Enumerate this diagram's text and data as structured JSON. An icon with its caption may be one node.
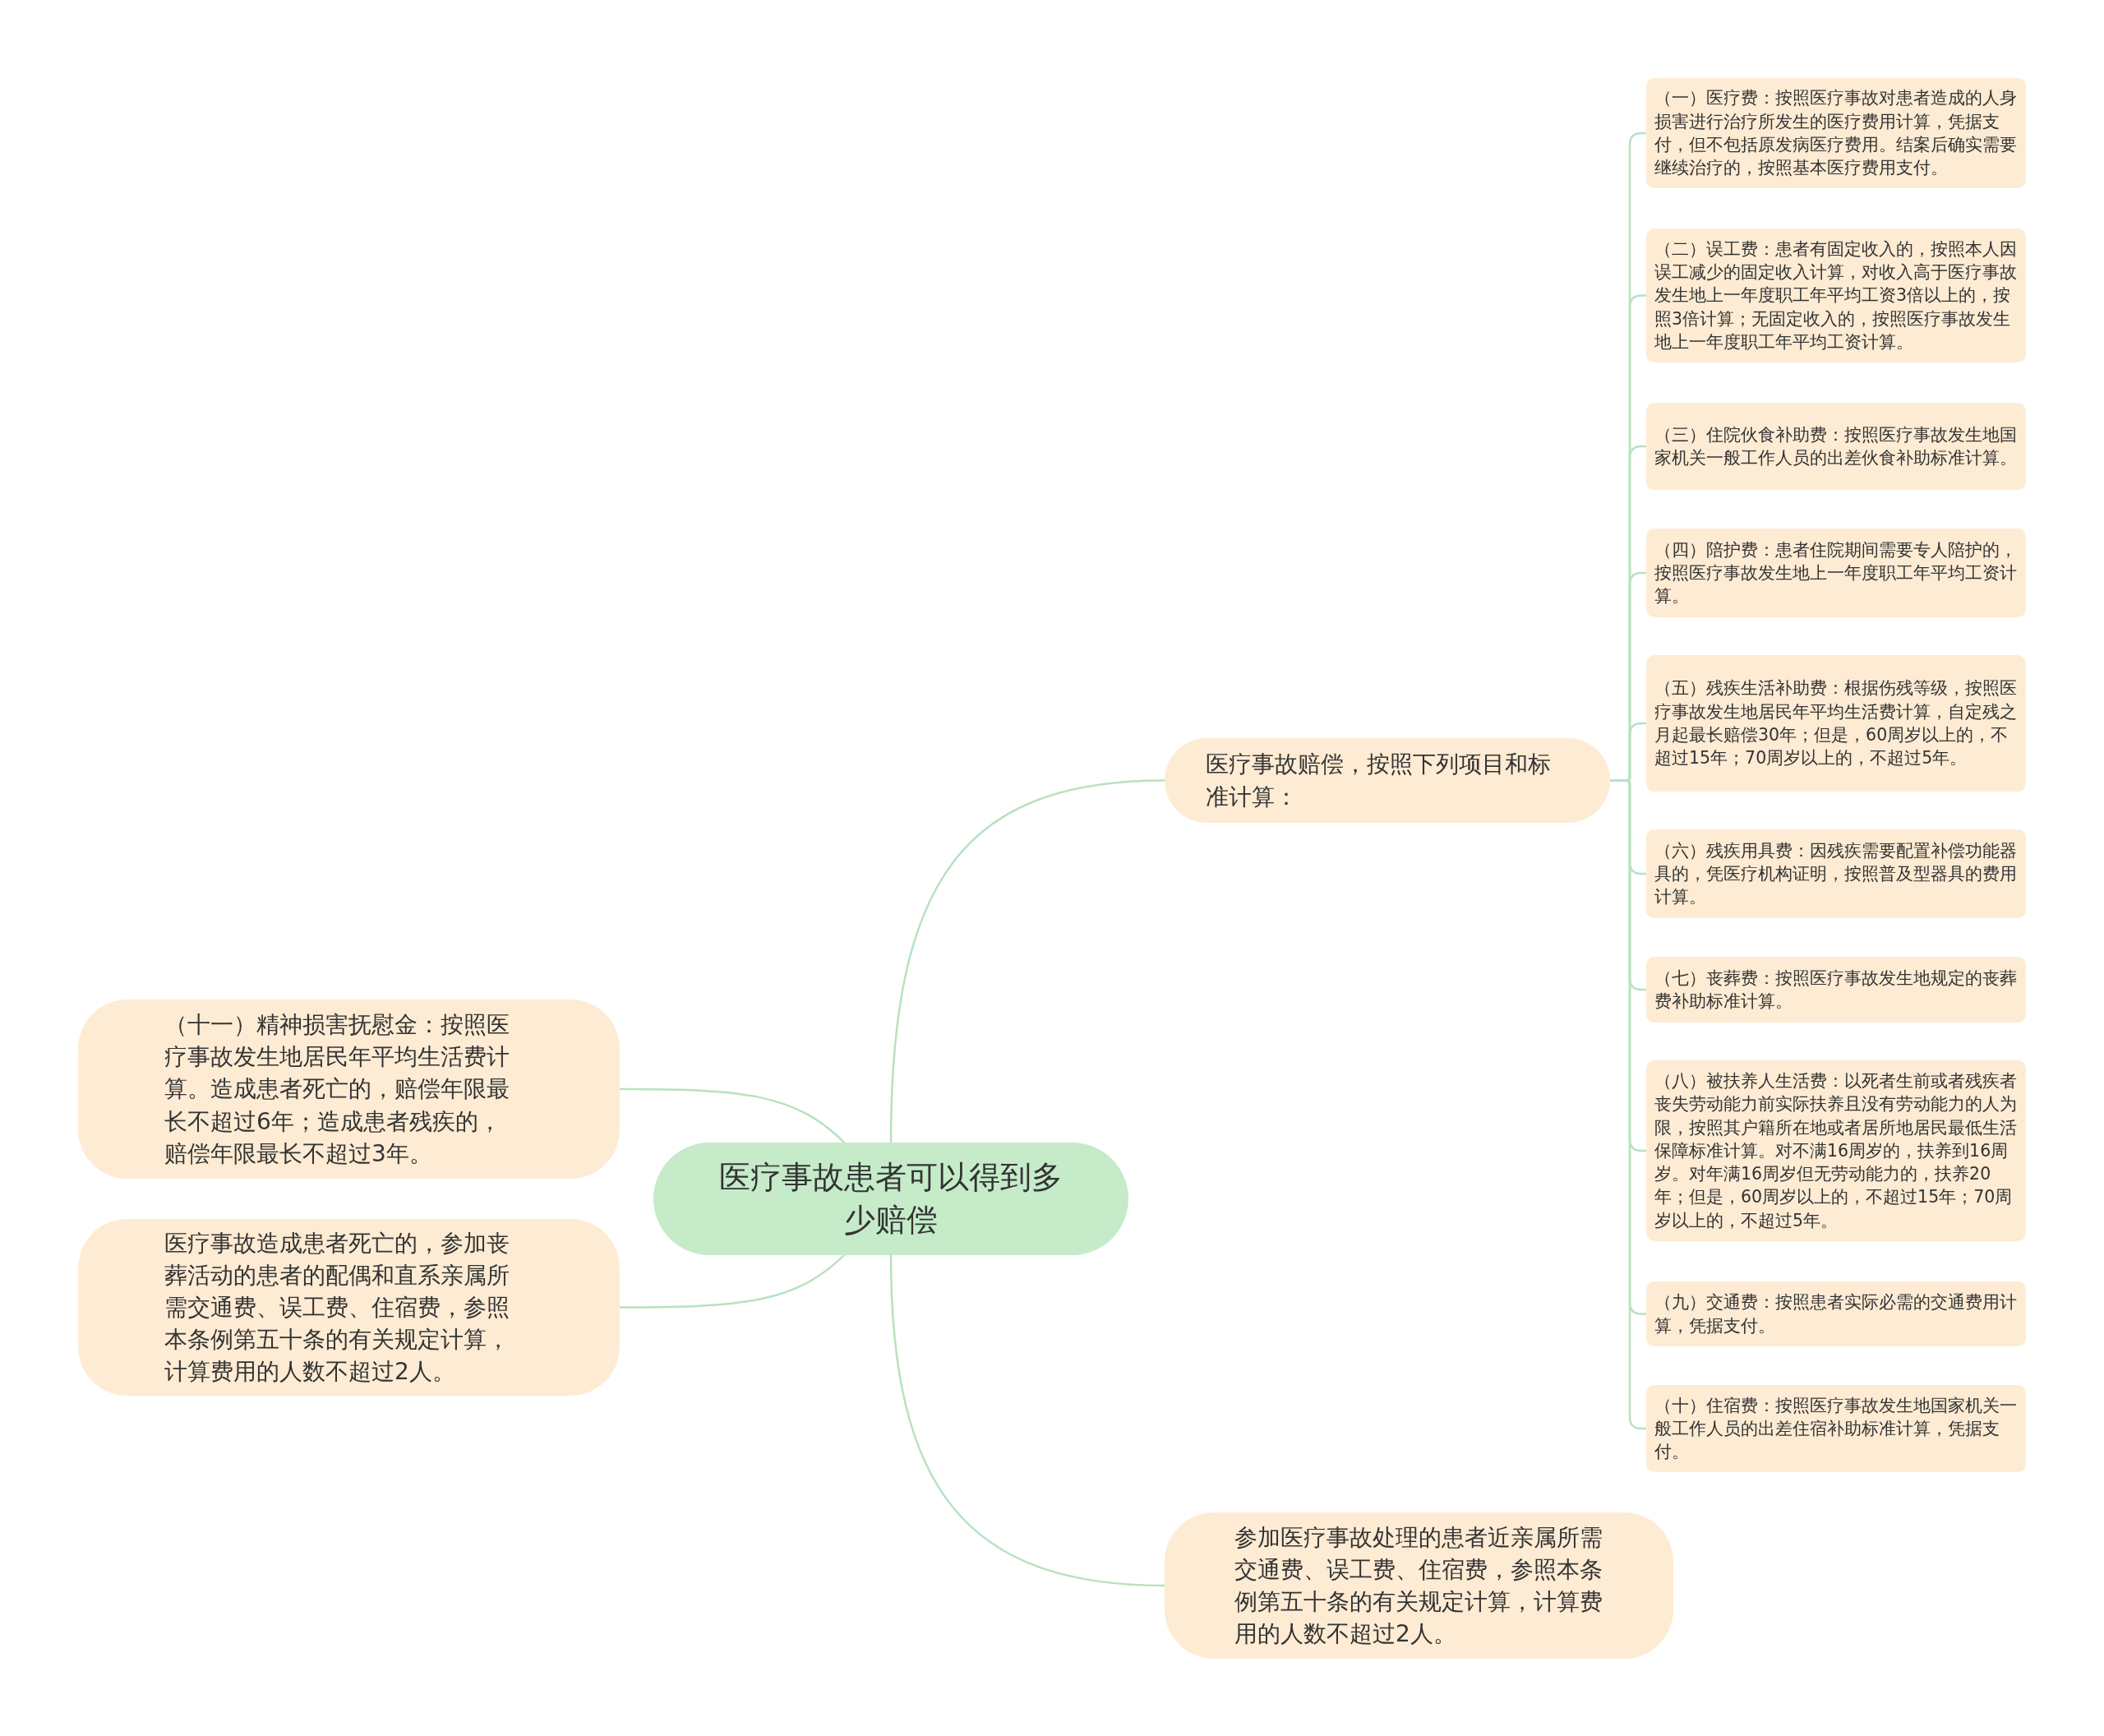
{
  "diagram": {
    "nodes": [
      {
        "text": [
          "医疗事故患者可以得到多少赔偿"
        ]
      },
      {
        "text": [
          "医疗事故赔偿，按照下列项目和标准计算："
        ]
      },
      {
        "text": [
          "（一）医疗费：按照医疗事故对患者造成的人身损害进行治疗所发生的医疗费用计算，凭据支付，但不包括原发病医疗费用。结案后确实需要继续治疗的，按照基本医疗费用支付。"
        ]
      },
      {
        "text": [
          "（二）误工费：患者有固定收入的，按照本人因误工减少的固定收入计算，对收入高于医疗事故发生地上一年度职工年平均工资3倍以上的，按照3倍计算；无固定收入的，按照医疗事故发生地上一年度职工年平均工资计算。"
        ]
      },
      {
        "text": [
          "（三）住院伙食补助费：按照医疗事故发生地国家机关一般工作人员的出差伙食补助标准计算。"
        ]
      },
      {
        "text": [
          "（四）陪护费：患者住院期间需要专人陪护的，按照医疗事故发生地上一年度职工年平均工资计算。"
        ]
      },
      {
        "text": [
          "（五）残疾生活补助费：根据伤残等级，按照医疗事故发生地居民年平均生活费计算，自定残之月起最长赔偿30年；但是，60周岁以上的，不超过15年；70周岁以上的，不超过5年。"
        ]
      },
      {
        "text": [
          "（六）残疾用具费：因残疾需要配置补偿功能器具的，凭医疗机构证明，按照普及型器具的费用计算。"
        ]
      },
      {
        "text": [
          "（七）丧葬费：按照医疗事故发生地规定的丧葬费补助标准计算。"
        ]
      },
      {
        "text": [
          "（八）被扶养人生活费：以死者生前或者残疾者丧失劳动能力前实际扶养且没有劳动能力的人为限，按照其户籍所在地或者居所地居民最低生活保障标准计算。对不满16周岁的，扶养到16周岁。对年满16周岁但无劳动能力的，扶养20年；但是，60周岁以上的，不超过15年；70周岁以上的，不超过5年。"
        ]
      },
      {
        "text": [
          "（九）交通费：按照患者实际必需的交通费用计算，凭据支付。"
        ]
      },
      {
        "text": [
          "（十）住宿费：按照医疗事故发生地国家机关一般工作人员的出差住宿补助标准计算，凭据支付。"
        ]
      },
      {
        "text": [
          "（十一）精神损害抚慰金：按照医疗事故发生地居民年平均生活费计算。造成患者死亡的，赔偿年限最长不超过6年；造成患者残疾的，赔偿年限最长不超过3年。"
        ]
      },
      {
        "text": [
          "医疗事故造成患者死亡的，参加丧葬活动的患者的配偶和直系亲属所需交通费、误工费、住宿费，参照本条例第五十条的有关规定计算，计算费用的人数不超过2人。"
        ]
      },
      {
        "text": [
          "参加医疗事故处理的患者近亲属所需交通费、误工费、住宿费，参照本条例第五十条的有关规定计算，计算费用的人数不超过2人。"
        ]
      }
    ],
    "edges": [
      {
        "from": 0,
        "to": 1,
        "arrow": "none"
      },
      {
        "from": 1,
        "to": 2,
        "arrow": "none"
      },
      {
        "from": 1,
        "to": 3,
        "arrow": "none"
      },
      {
        "from": 1,
        "to": 4,
        "arrow": "none"
      },
      {
        "from": 1,
        "to": 5,
        "arrow": "none"
      },
      {
        "from": 1,
        "to": 6,
        "arrow": "none"
      },
      {
        "from": 1,
        "to": 7,
        "arrow": "none"
      },
      {
        "from": 1,
        "to": 8,
        "arrow": "none"
      },
      {
        "from": 1,
        "to": 9,
        "arrow": "none"
      },
      {
        "from": 1,
        "to": 10,
        "arrow": "none"
      },
      {
        "from": 1,
        "to": 11,
        "arrow": "none"
      },
      {
        "from": 0,
        "to": 12,
        "arrow": "none"
      },
      {
        "from": 0,
        "to": 13,
        "arrow": "none"
      },
      {
        "from": 0,
        "to": 14,
        "arrow": "none"
      }
    ]
  }
}
